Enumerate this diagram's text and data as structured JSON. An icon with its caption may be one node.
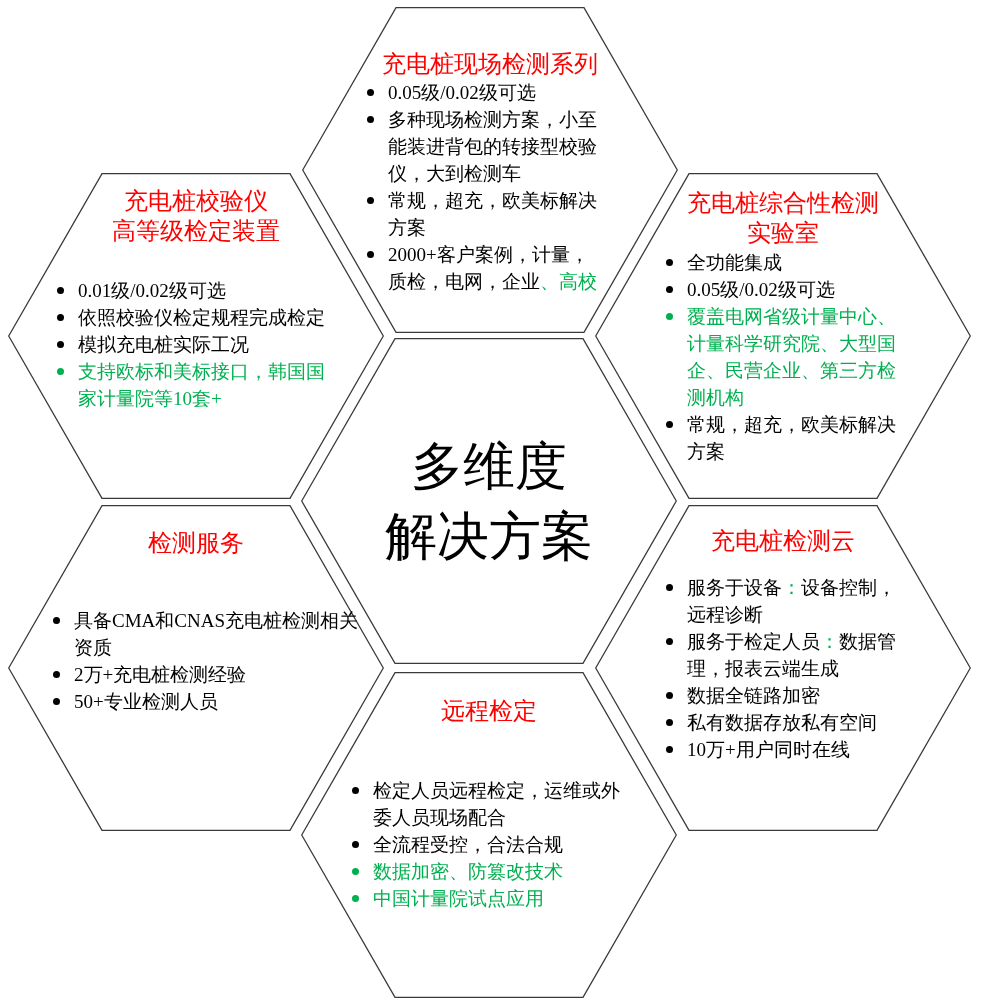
{
  "diagram": {
    "nodes": [
      {
        "text": [
          "充电桩现场检测系列",
          "0.05级/0.02级可选",
          "多种现场检测方案，小至能装进背包的转接型校验仪，大到检测车",
          "常规，超充，欧美标解决方案",
          "2000+客户案例，计量，质检，电网，企业、高校"
        ]
      },
      {
        "text": [
          "充电桩校验仪高等级检定装置",
          "0.01级/0.02级可选",
          "依照校验仪检定规程完成检定",
          "模拟充电桩实际工况",
          "支持欧标和美标接口，韩国国家计量院等10套+"
        ]
      },
      {
        "text": [
          "充电桩综合性检测实验室",
          "全功能集成",
          "0.05级/0.02级可选",
          "覆盖电网省级计量中心、计量科学研究院、大型国企、民营企业、第三方检测机构",
          "常规，超充，欧美标解决方案"
        ]
      },
      {
        "text": [
          "多维度解决方案"
        ]
      },
      {
        "text": [
          "检测服务",
          "具备CMA和CNAS充电桩检测相关资质",
          "2万+充电桩检测经验",
          "50+专业检测人员"
        ]
      },
      {
        "text": [
          "充电桩检测云",
          "服务于设备：设备控制，远程诊断",
          "服务于检定人员：数据管理，报表云端生成",
          "数据全链路加密",
          "私有数据存放私有空间",
          "10万+用户同时在线"
        ]
      },
      {
        "text": [
          "远程检定",
          "检定人员远程检定，运维或外委人员现场配合",
          "全流程受控，合法合规",
          "数据加密、防篡改技术",
          "中国计量院试点应用"
        ]
      }
    ]
  }
}
